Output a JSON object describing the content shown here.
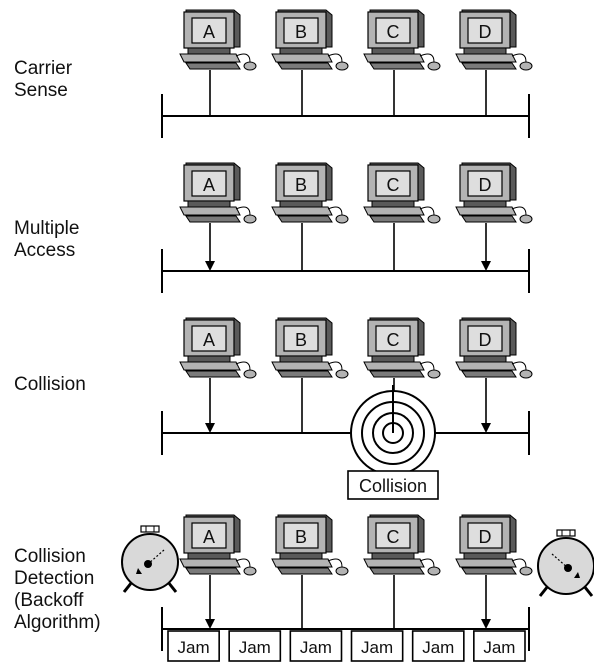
{
  "colors": {
    "monitor_body": "#b3b3b3",
    "monitor_dark": "#5a5a5a",
    "screen": "#dedede",
    "line": "#000000",
    "clock_face": "#d9d9d9"
  },
  "panels": [
    {
      "label_lines": [
        "Carrier",
        "Sense"
      ],
      "stations": [
        "A",
        "B",
        "C",
        "D"
      ],
      "arrows": []
    },
    {
      "label_lines": [
        "Multiple",
        "Access"
      ],
      "stations": [
        "A",
        "B",
        "C",
        "D"
      ],
      "arrows": [
        "A",
        "D"
      ]
    },
    {
      "label_lines": [
        "Collision"
      ],
      "stations": [
        "A",
        "B",
        "C",
        "D"
      ],
      "arrows": [
        "A",
        "D"
      ],
      "collision_label": "Collision"
    },
    {
      "label_lines": [
        "Collision",
        "Detection",
        "(Backoff",
        "Algorithm)"
      ],
      "stations": [
        "A",
        "B",
        "C",
        "D"
      ],
      "arrows": [
        "A",
        "D"
      ],
      "jam_labels": [
        "Jam",
        "Jam",
        "Jam",
        "Jam",
        "Jam",
        "Jam"
      ],
      "clocks": [
        "clock-left",
        "clock-right"
      ]
    }
  ]
}
